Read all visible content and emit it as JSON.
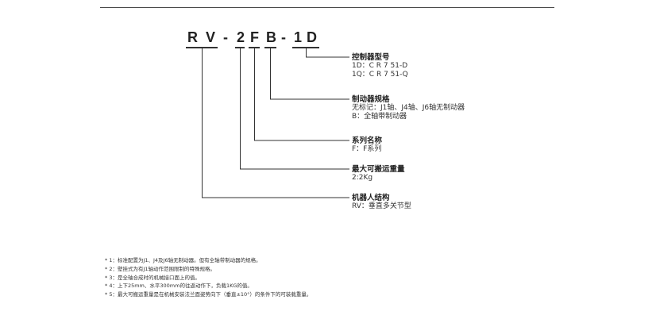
{
  "model_code": {
    "chars": [
      "R",
      "V",
      "-",
      "2",
      "F",
      "B",
      "-",
      "1",
      "D"
    ]
  },
  "descriptions": [
    {
      "title": "控制器型号",
      "lines": [
        "1D：C R 7 51-D",
        "1Q：C R 7 51-Q"
      ]
    },
    {
      "title": "制动器规格",
      "lines": [
        "无标记：J1轴、J4轴、J6轴无制动器",
        "B：全轴带制动器"
      ]
    },
    {
      "title": "系列名称",
      "lines": [
        "F：F系列"
      ]
    },
    {
      "title": "最大可搬运重量",
      "lines": [
        "2:2Kg"
      ]
    },
    {
      "title": "机器人结构",
      "lines": [
        "RV：垂直多关节型"
      ]
    }
  ],
  "notes": [
    "* 1：标准配置为J1、J4及J6轴无制动器。但有全轴带制动器的规格。",
    "* 2：壁挂式为有J1轴动作范围限制的特殊规格。",
    "* 3：是全轴合成时的机械接口面上的值。",
    "* 4：上下25mm、水平300mm的往返动作下，负载1KG的值。",
    "* 5：最大可搬运重量是在机械安装法兰面姿势向下（垂直±10°）的条件下的可装载重量。"
  ]
}
